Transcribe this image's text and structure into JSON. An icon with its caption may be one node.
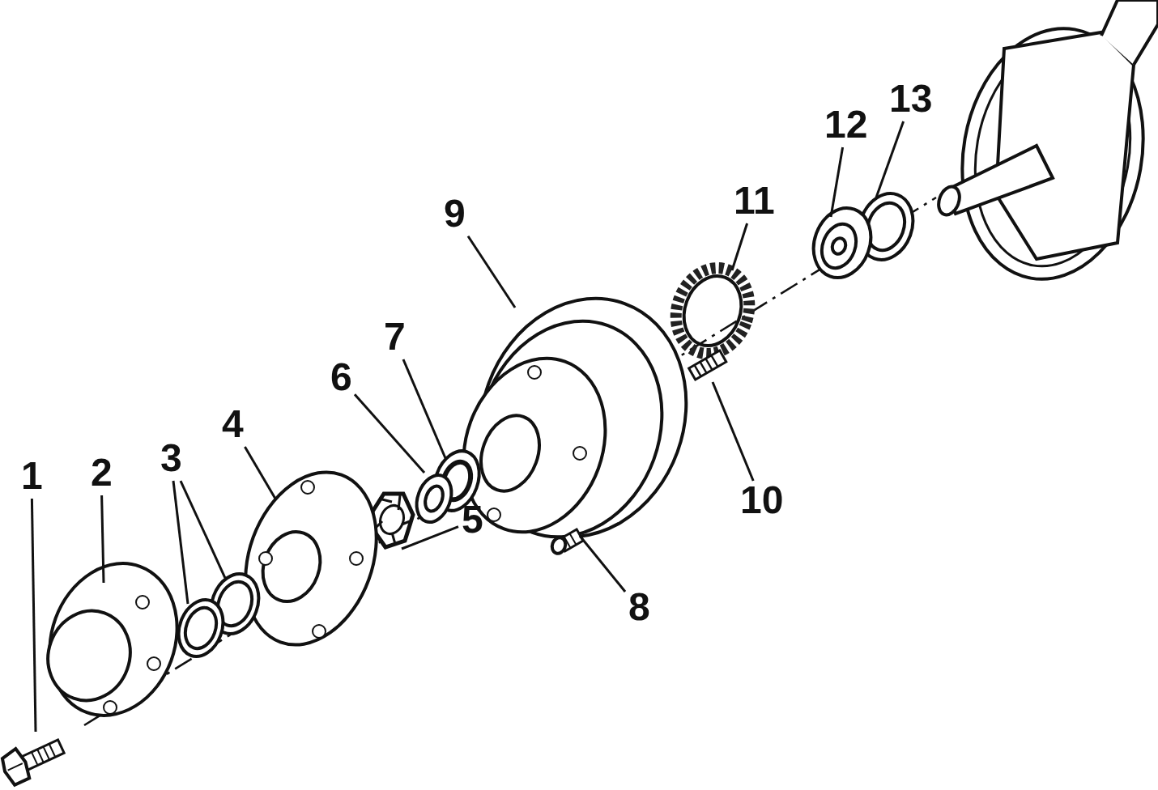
{
  "diagram": {
    "nodes": [
      {
        "text": [
          "1"
        ]
      },
      {
        "text": [
          "2"
        ]
      },
      {
        "text": [
          "3"
        ]
      },
      {
        "text": [
          "4"
        ]
      },
      {
        "text": [
          "5"
        ]
      },
      {
        "text": [
          "6"
        ]
      },
      {
        "text": [
          "7"
        ]
      },
      {
        "text": [
          "8"
        ]
      },
      {
        "text": [
          "9"
        ]
      },
      {
        "text": [
          "10"
        ]
      },
      {
        "text": [
          "11"
        ]
      },
      {
        "text": [
          "12"
        ]
      },
      {
        "text": [
          "13"
        ]
      },
      {
        "text": [],
        "shape": "picture"
      },
      {
        "text": [],
        "shape": "picture"
      },
      {
        "text": [],
        "shape": "picture"
      },
      {
        "text": [],
        "shape": "picture"
      },
      {
        "text": [],
        "shape": "picture"
      },
      {
        "text": [],
        "shape": "picture"
      },
      {
        "text": [],
        "shape": "picture"
      },
      {
        "text": [],
        "shape": "picture"
      },
      {
        "text": [],
        "shape": "picture"
      },
      {
        "text": [],
        "shape": "picture"
      },
      {
        "text": [],
        "shape": "picture"
      },
      {
        "text": [],
        "shape": "picture"
      },
      {
        "text": [],
        "shape": "picture"
      },
      {
        "text": [],
        "shape": "picture"
      }
    ],
    "edges": [
      {
        "from": 0,
        "to": 13,
        "arrow": "none"
      },
      {
        "from": 1,
        "to": 14,
        "arrow": "none"
      },
      {
        "from": 2,
        "to": 15,
        "arrow": "none"
      },
      {
        "from": 2,
        "to": 16,
        "arrow": "none"
      },
      {
        "from": 3,
        "to": 17,
        "arrow": "none"
      },
      {
        "from": 4,
        "to": 18,
        "arrow": "none"
      },
      {
        "from": 5,
        "to": 19,
        "arrow": "none"
      },
      {
        "from": 6,
        "to": 20,
        "arrow": "none"
      },
      {
        "from": 7,
        "to": 21,
        "arrow": "none"
      },
      {
        "from": 8,
        "to": 22,
        "arrow": "none"
      },
      {
        "from": 9,
        "to": 23,
        "arrow": "none"
      },
      {
        "from": 10,
        "to": 24,
        "arrow": "none"
      },
      {
        "from": 11,
        "to": 25,
        "arrow": "none"
      },
      {
        "from": 12,
        "to": 26,
        "arrow": "none"
      }
    ]
  }
}
